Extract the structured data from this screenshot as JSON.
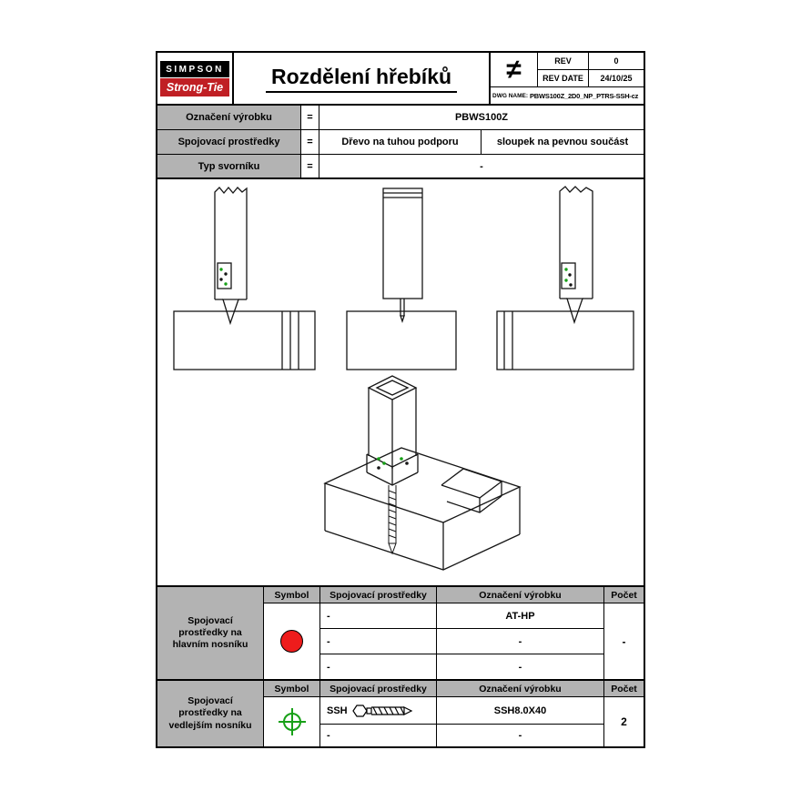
{
  "header": {
    "logo_top": "SIMPSON",
    "logo_bottom": "Strong-Tie",
    "title": "Rozdělení hřebíků",
    "not_equal": "≠",
    "rev_label": "REV",
    "rev_value": "0",
    "rev_date_label": "REV DATE",
    "rev_date_value": "24/10/25",
    "dwg_name_label": "DWG NAME:",
    "dwg_name_value": "PBWS100Z_2D0_NP_PTRS-SSH-cz"
  },
  "info": {
    "rows": [
      {
        "label": "Označení výrobku",
        "eq": "=",
        "value": "PBWS100Z"
      },
      {
        "label": "Spojovací prostředky",
        "eq": "=",
        "value_left": "Dřevo na tuhou podporu",
        "value_right": "sloupek na pevnou součást"
      },
      {
        "label": "Typ svorníku",
        "eq": "=",
        "value": "-"
      }
    ]
  },
  "main_table": {
    "row_label": "Spojovací prostředky na hlavním nosníku",
    "headers": [
      "Symbol",
      "Spojovací prostředky",
      "Označení výrobku",
      "Počet"
    ],
    "symbol_icon": "red-circle",
    "rows": [
      {
        "fastener": "-",
        "product": "AT-HP"
      },
      {
        "fastener": "-",
        "product": "-"
      },
      {
        "fastener": "-",
        "product": "-"
      }
    ],
    "count": "-"
  },
  "secondary_table": {
    "row_label": "Spojovací prostředky na vedlejším nosníku",
    "headers": [
      "Symbol",
      "Spojovací prostředky",
      "Označení výrobku",
      "Počet"
    ],
    "symbol_icon": "green-crosshair",
    "rows": [
      {
        "fastener": "SSH",
        "product": "SSH8.0X40"
      },
      {
        "fastener": "-",
        "product": "-"
      }
    ],
    "count": "2"
  },
  "colors": {
    "logo_red": "#c01f24",
    "symbol_red": "#ee1c1c",
    "symbol_green": "#17a017",
    "header_gray": "#b3b3b3"
  }
}
